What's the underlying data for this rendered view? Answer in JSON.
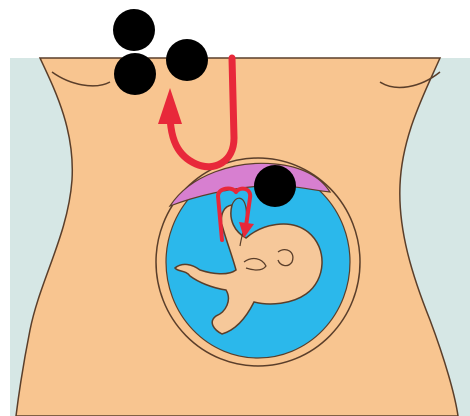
{
  "diagram": {
    "subject": "",
    "colors": {
      "background": "#ffffff",
      "backdrop": "#d6e7e5",
      "skin": "#f8c590",
      "outline": "#5a3e2a",
      "amniotic_fluid": "#2bb8eb",
      "placenta": "#d77fd0",
      "arrow": "#e8283a",
      "marker": "#000000",
      "fetus": "#f6c89a"
    },
    "markers": [
      {
        "id": "marker-1",
        "label": ""
      },
      {
        "id": "marker-2",
        "label": ""
      },
      {
        "id": "marker-3",
        "label": ""
      },
      {
        "id": "marker-4",
        "label": ""
      }
    ],
    "arrows": [
      {
        "id": "arrow-maternal-loop"
      },
      {
        "id": "arrow-umbilical-in"
      },
      {
        "id": "arrow-umbilical-out"
      }
    ]
  }
}
